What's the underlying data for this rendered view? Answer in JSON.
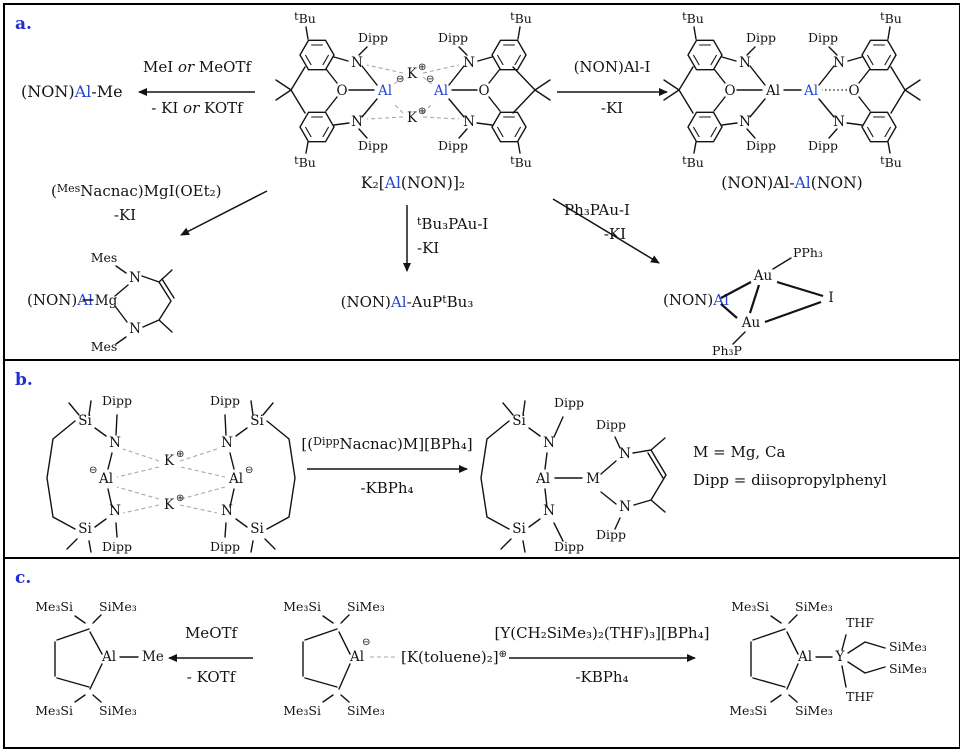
{
  "colors": {
    "aluminum_highlight": "#2446d2",
    "panel_label_blue": "#1d2fd0"
  },
  "sym": {
    "n": "N",
    "o": "O",
    "si": "Si",
    "al": "Al",
    "k": "K",
    "mg": "Mg",
    "au": "Au",
    "iodine": "I",
    "y": "Y",
    "m_label": "M",
    "me": "Me",
    "thf": "THF",
    "t": "t",
    "bu": "Bu",
    "dipp": "Dipp",
    "mes": "Mes",
    "me3si": "Me₃Si",
    "sime3": "SiMe₃",
    "pph3": "PPh₃",
    "ph3p": "Ph₃P",
    "oplus": "⊕",
    "ominus": "⊖"
  },
  "panel_a": {
    "label": "a.",
    "left_product": {
      "p1": "(NON)",
      "al": "Al",
      "p2": "-Me"
    },
    "left_arrow": {
      "top1": "MeI ",
      "top_or": "or",
      "top2": " MeOTf",
      "bot1": "- KI ",
      "bot_or": "or",
      "bot2": " KOTf"
    },
    "caption_center": {
      "p1": "K₂[",
      "al": "Al",
      "p2": "(NON)]₂"
    },
    "right_arrow": {
      "top": "(NON)Al-I",
      "bot": "-KI"
    },
    "caption_right": {
      "p1": "(NON)Al-",
      "al": "Al",
      "p2": "(NON)"
    },
    "mg_arrow": {
      "p1": "(",
      "sup": "Mes",
      "p2": "Nacnac)MgI(OEt₂)",
      "bot": "-KI"
    },
    "mg_product": {
      "p1": "(NON)",
      "al": "Al"
    },
    "au_arrow": {
      "sup": "t",
      "p2": "Bu₃PAu-I",
      "bot": "-KI"
    },
    "au_product": {
      "p1": "(NON)",
      "al": "Al",
      "p2": "-AuP",
      "sup": "t",
      "p3": "Bu₃"
    },
    "au2_arrow": {
      "top": "Ph₃PAu-I",
      "bot": "-KI"
    },
    "au2_product": {
      "p1": "(NON)",
      "al": "Al"
    }
  },
  "panel_b": {
    "label": "b.",
    "arrow": {
      "p1": "[(",
      "sup": "Dipp",
      "p2": "Nacnac)M][BPh₄]",
      "bot": "-KBPh₄"
    },
    "note_m": "M = Mg, Ca",
    "note_dipp": "Dipp = diisopropylphenyl"
  },
  "panel_c": {
    "label": "c.",
    "left_arrow": {
      "top": "MeOTf",
      "bot": "- KOTf"
    },
    "k_salt": {
      "p1": "[K(toluene)₂]",
      "sup": "⊕"
    },
    "right_arrow": {
      "top": "[Y(CH₂SiMe₃)₂(THF)₃][BPh₄]",
      "bot": "-KBPh₄"
    }
  }
}
